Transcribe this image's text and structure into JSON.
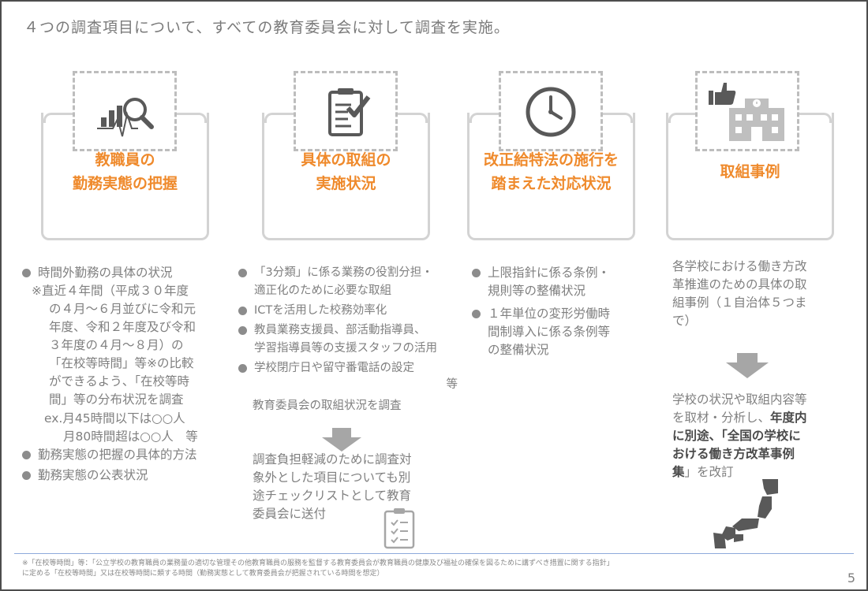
{
  "slide": {
    "title": "４つの調査項目について、すべての教育委員会に対して調査を実施。",
    "page_number": "5"
  },
  "columns": [
    {
      "icon": "magnifier-chart-icon",
      "title_lines": [
        "教職員の",
        "勤務実態の把握"
      ],
      "bullets": [
        "時間外勤務の具体の状況",
        "※直近４年間（平成３０年度",
        "の４月～６月並びに令和元",
        "年度、令和２年度及び令和",
        "３年度の４月～８月）の",
        "「在校等時間」等※の比較",
        "ができるよう、「在校等時",
        "間」等の分布状況を調査",
        "ex.月45時間以下は○○人",
        "月80時間超は○○人　等",
        "勤務実態の把握の具体的方法",
        "勤務実態の公表状況"
      ]
    },
    {
      "icon": "clipboard-check-icon",
      "title_lines": [
        "具体の取組の",
        "実施状況"
      ],
      "bullets": [
        "「3分類」に係る業務の役割分担・",
        "適正化のために必要な取組",
        "ICTを活用した校務効率化",
        "教員業務支援員、部活動指導員、",
        "学習指導員等の支援スタッフの活用",
        "学校閉庁日や留守番電話の設定",
        "等"
      ],
      "summary": "教育委員会の取組状況を調査",
      "after_arrow": [
        "調査負担軽減のために調査対",
        "象外とした項目についても別",
        "途チェックリストとして教育",
        "委員会に送付"
      ]
    },
    {
      "icon": "clock-icon",
      "title_lines": [
        "改正給特法の施行を",
        "踏まえた対応状況"
      ],
      "bullets": [
        "上限指針に係る条例・",
        "規則等の整備状況",
        "１年単位の変形労働時",
        "間制導入に係る条例等",
        "の整備状況"
      ]
    },
    {
      "icon": "thumbs-up-school-icon",
      "title_lines": [
        "取組事例"
      ],
      "intro": [
        "各学校における働き方改",
        "革推進のための具体の取",
        "組事例（１自治体５つま",
        "で）"
      ],
      "after_arrow": {
        "p1": "学校の状況や取組内容等",
        "p2": "を取材・分析し、",
        "p2b": "年度内",
        "p3": "に別途、「全国の学校に",
        "p4": "おける働き方改革事例",
        "p5": "集",
        "p5b": "」を改訂"
      }
    }
  ],
  "footnote": {
    "line1": "※「在校等時間」等：「公立学校の教育職員の業務量の適切な管理その他教育職員の服務を監督する教育委員会が教育職員の健康及び福祉の確保を図るために講ずべき措置に関する指針」",
    "line2": "に定める「在校等時間」又は在校等時間に類する時間（勤務実態として教育委員会が把握されている時間を想定）"
  },
  "colors": {
    "accent": "#ef8a2c",
    "text": "#7f7f7f",
    "icon": "#595959",
    "line": "#8eaadb"
  }
}
